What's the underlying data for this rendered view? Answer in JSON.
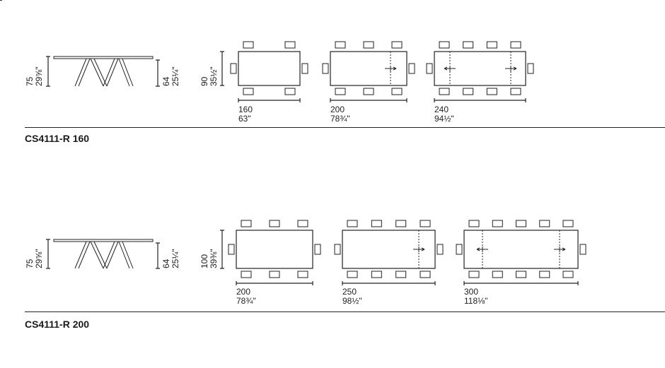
{
  "models": [
    {
      "title": "CS4111-R 160",
      "height": {
        "cm": "75",
        "in": "29⅝\""
      },
      "leg_height": {
        "cm": "64",
        "in": "25¼\""
      },
      "depth": {
        "cm": "90",
        "in": "35½\""
      },
      "plans": [
        {
          "cm": "160",
          "in": "63\"",
          "seats": 6,
          "extensions": 0
        },
        {
          "cm": "200",
          "in": "78¾\"",
          "seats": 8,
          "extensions": 1
        },
        {
          "cm": "240",
          "in": "94½\"",
          "seats": 10,
          "extensions": 2
        }
      ]
    },
    {
      "title": "CS4111-R 200",
      "height": {
        "cm": "75",
        "in": "29⅝\""
      },
      "leg_height": {
        "cm": "64",
        "in": "25¼\""
      },
      "depth": {
        "cm": "100",
        "in": "39⅜\""
      },
      "plans": [
        {
          "cm": "200",
          "in": "78¾\"",
          "seats": 8,
          "extensions": 0
        },
        {
          "cm": "250",
          "in": "98½\"",
          "seats": 10,
          "extensions": 1
        },
        {
          "cm": "300",
          "in": "118⅛\"",
          "seats": 12,
          "extensions": 2
        }
      ]
    }
  ]
}
